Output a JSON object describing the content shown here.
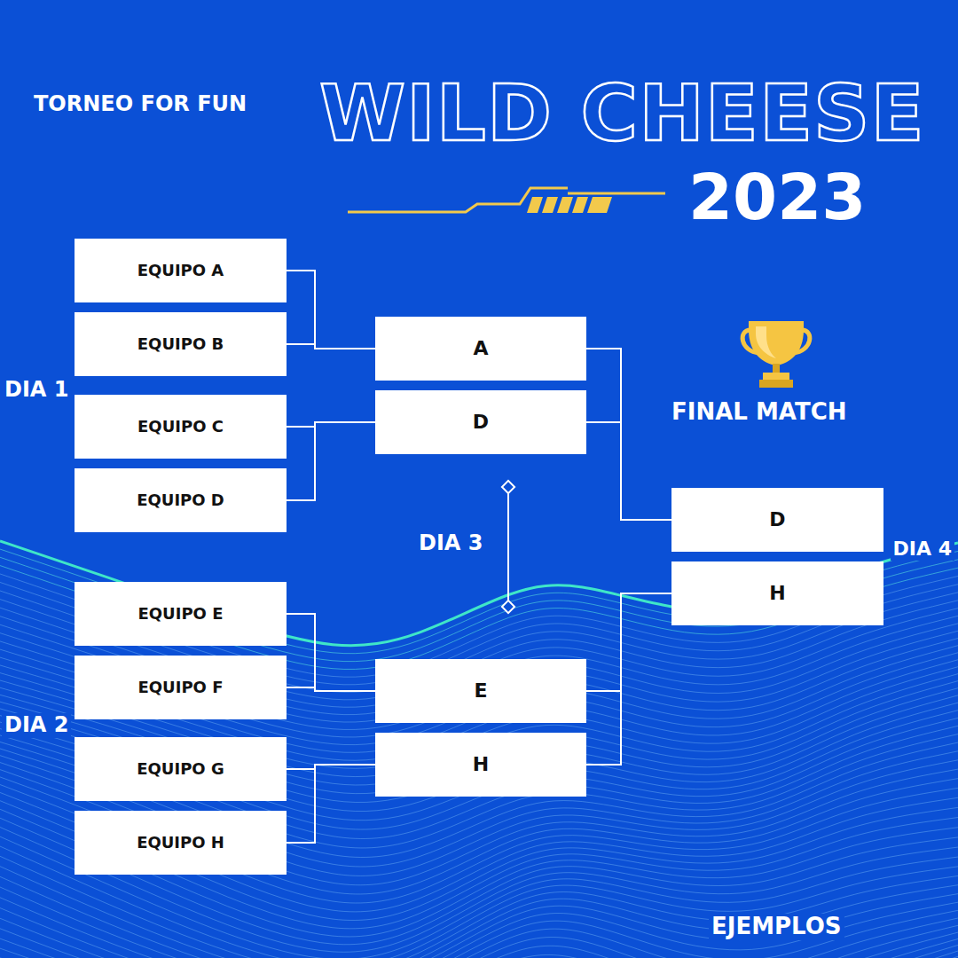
{
  "diagram": {
    "title": "WILD CHEESE",
    "nodes": [
      {
        "text": [
          "EQUIPO A"
        ]
      },
      {
        "text": [
          "EQUIPO B"
        ]
      },
      {
        "text": [
          "EQUIPO C"
        ]
      },
      {
        "text": [
          "EQUIPO D"
        ]
      },
      {
        "text": [
          "EQUIPO E"
        ]
      },
      {
        "text": [
          "EQUIPO F"
        ]
      },
      {
        "text": [
          "EQUIPO G"
        ]
      },
      {
        "text": [
          "EQUIPO H"
        ]
      },
      {
        "text": [
          "A"
        ]
      },
      {
        "text": [
          "D"
        ]
      },
      {
        "text": [
          "E"
        ]
      },
      {
        "text": [
          "H"
        ]
      },
      {
        "text": [
          "D"
        ]
      },
      {
        "text": [
          "H"
        ]
      }
    ],
    "edges": [
      {
        "from": 0,
        "to": 8,
        "arrow": "none"
      },
      {
        "from": 1,
        "to": 8,
        "arrow": "none"
      },
      {
        "from": 2,
        "to": 9,
        "arrow": "none"
      },
      {
        "from": 3,
        "to": 9,
        "arrow": "none"
      },
      {
        "from": 4,
        "to": 10,
        "arrow": "none"
      },
      {
        "from": 5,
        "to": 10,
        "arrow": "none"
      },
      {
        "from": 6,
        "to": 11,
        "arrow": "none"
      },
      {
        "from": 7,
        "to": 11,
        "arrow": "none"
      },
      {
        "from": 8,
        "to": 12,
        "arrow": "none"
      },
      {
        "from": 9,
        "to": 12,
        "arrow": "none"
      },
      {
        "from": 10,
        "to": 13,
        "arrow": "none"
      },
      {
        "from": 11,
        "to": 13,
        "arrow": "none"
      }
    ],
    "labels": [
      "TORNEO FOR FUN",
      "2023",
      "DIA 1",
      "DIA 2",
      "DIA 3",
      "DIA 4",
      "FINAL MATCH",
      "EJEMPLOS"
    ]
  }
}
